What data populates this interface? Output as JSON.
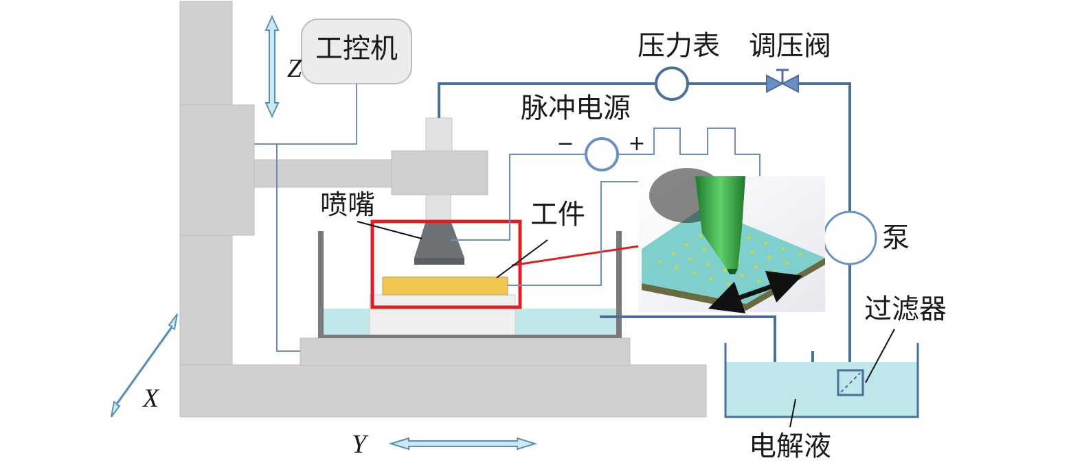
{
  "labels": {
    "controller": "工控机",
    "pressure_gauge": "压力表",
    "pressure_valve": "调压阀",
    "pulse_power": "脉冲电源",
    "power_minus": "−",
    "power_plus": "+",
    "nozzle": "喷嘴",
    "workpiece": "工件",
    "pump": "泵",
    "filter": "过滤器",
    "electrolyte": "电解液",
    "axis_z": "Z",
    "axis_x": "X",
    "axis_y": "Y"
  },
  "colors": {
    "frame": "#d0d0d0",
    "pipe": "#4a6f9a",
    "wire": "#6a8fc4",
    "electrolyte": "#bfe6e8",
    "workpiece": "#f0c850",
    "highlight": "#e02020",
    "nozzle": "#6e7176",
    "inset_plate": "#7fd0cc",
    "inset_tool": "#3ba64a"
  }
}
